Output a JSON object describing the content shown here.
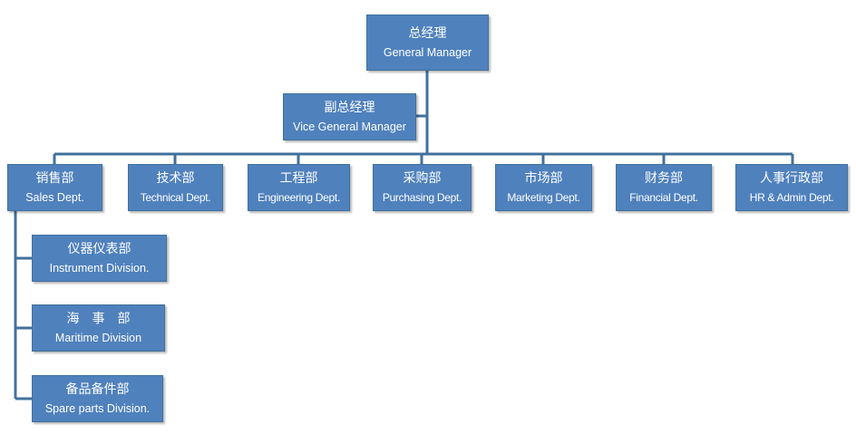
{
  "chart": {
    "gm": {
      "zh": "总经理",
      "en": "General  Manager"
    },
    "vgm": {
      "zh": "副总经理",
      "en": "Vice General Manager"
    },
    "departments": [
      {
        "zh": "销售部",
        "en": "Sales Dept."
      },
      {
        "zh": "技术部",
        "en": "Technical Dept."
      },
      {
        "zh": "工程部",
        "en": "Engineering Dept."
      },
      {
        "zh": "采购部",
        "en": "Purchasing Dept."
      },
      {
        "zh": "市场部",
        "en": "Marketing Dept."
      },
      {
        "zh": "财务部",
        "en": "Financial Dept."
      },
      {
        "zh": "人事行政部",
        "en": "HR & Admin Dept."
      }
    ],
    "divisions": [
      {
        "zh": "仪器仪表部",
        "en": "Instrument Division."
      },
      {
        "zh": "海　事　部",
        "en": "Maritime Division"
      },
      {
        "zh": "备品备件部",
        "en": "Spare parts  Division."
      }
    ]
  },
  "colors": {
    "box_fill": "#4f81bd",
    "box_border": "#41719c",
    "connector": "#41719c",
    "text": "#ffffff"
  }
}
